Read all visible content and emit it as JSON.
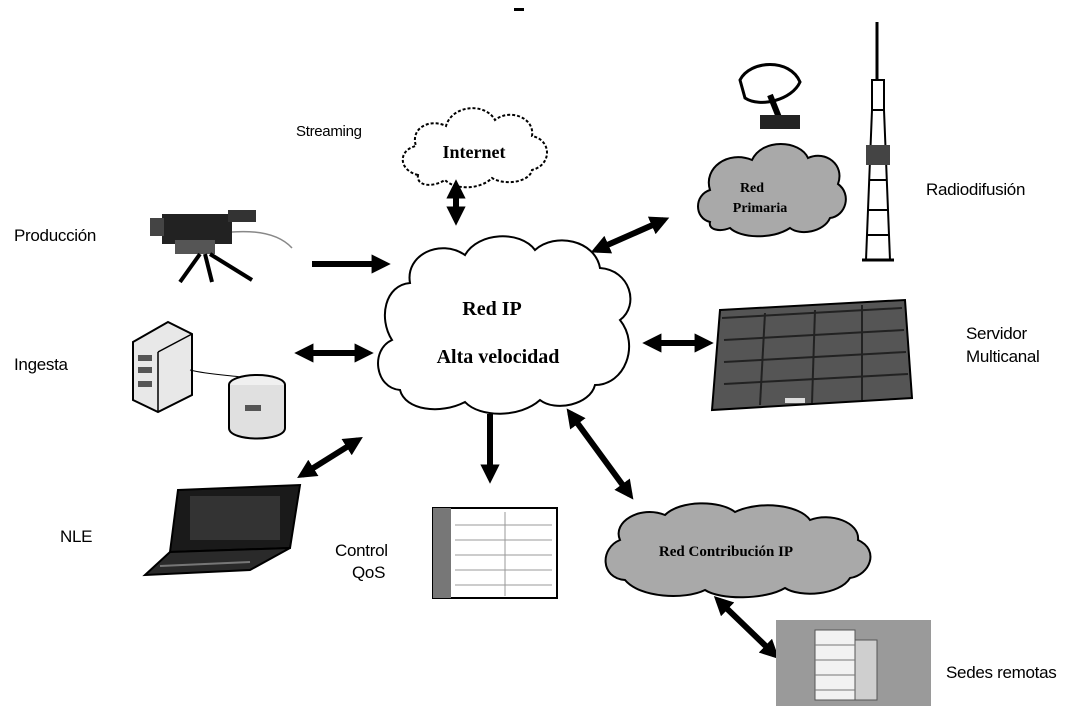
{
  "labels": {
    "streaming": "Streaming",
    "produccion": "Producción",
    "ingesta": "Ingesta",
    "nle": "NLE",
    "control": "Control",
    "qos": "QoS",
    "radiodifusion": "Radiodifusión",
    "servidor": "Servidor",
    "multicanal": "Multicanal",
    "sedes": "Sedes remotas"
  },
  "clouds": {
    "internet": "Internet",
    "red_primaria_1": "Red",
    "red_primaria_2": "Primaria",
    "red_ip": "Red  IP",
    "alta_velocidad": "Alta velocidad",
    "contribucion": "Red  Contribución IP"
  },
  "colors": {
    "arrow": "#000000",
    "cloud_fill_light": "#ffffff",
    "cloud_fill_gray": "#a9a9a9"
  }
}
